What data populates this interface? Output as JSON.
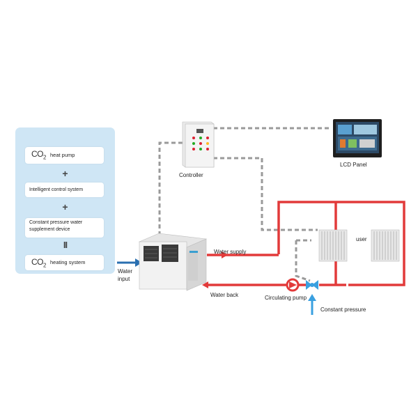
{
  "panel": {
    "item1": {
      "co2": "CO",
      "co2_sub": "2",
      "text": "heat pump"
    },
    "plus1": "+",
    "item2": {
      "text": "Intelligent control system"
    },
    "plus2": "+",
    "item3": {
      "text": "Constant pressure water supplement device"
    },
    "equals": "II",
    "item4": {
      "co2": "CO",
      "co2_sub": "2",
      "text": "heating system"
    }
  },
  "labels": {
    "water_input": "Water input",
    "controller": "Controller",
    "lcd_panel": "LCD Panel",
    "user": "user",
    "water_supply": "Water supply",
    "water_back": "Water back",
    "circulating_pump": "Circulating pump",
    "constant_pressure": "Constant pressure"
  },
  "colors": {
    "panel_bg": "#cfe6f5",
    "pipe_red": "#e23a3a",
    "signal_gray": "#9a9a9a",
    "input_blue": "#2a6fb0",
    "supplement_blue": "#3aa0e0"
  }
}
